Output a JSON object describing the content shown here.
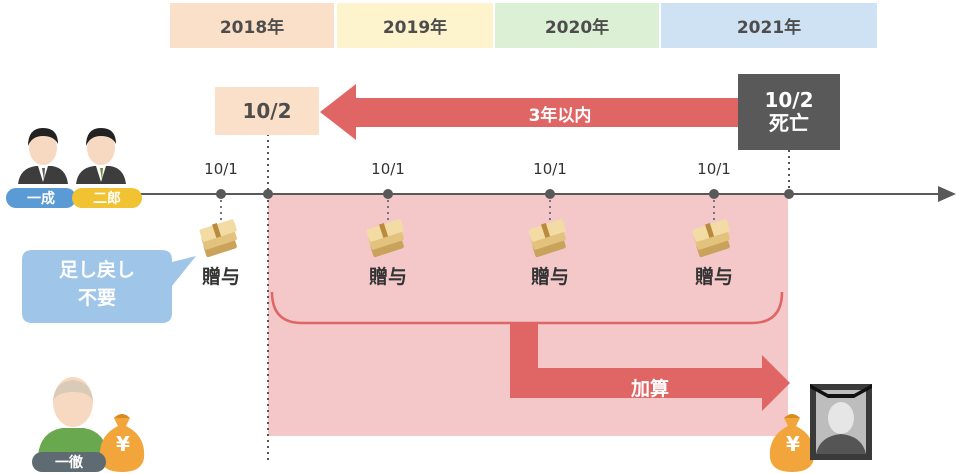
{
  "years": [
    "2018年",
    "2019年",
    "2020年",
    "2021年"
  ],
  "colors": {
    "year_2018": "#fbe0c9",
    "year_2019": "#fdf3cc",
    "year_2020": "#dcf0d6",
    "year_2021": "#cfe2f3",
    "period_fill": "#f4c7c8",
    "arrow_red": "#e06666",
    "death_box": "#595959",
    "speech_blue": "#9fc5e8",
    "tag_blue": "#5b9bd5",
    "tag_yellow": "#f1c232",
    "coin_orange": "#f1a53a"
  },
  "start_box": {
    "date": "10/2"
  },
  "death_box": {
    "date": "10/2",
    "label": "死亡"
  },
  "arrow_label": "3年以内",
  "ticks": [
    "10/1",
    "10/1",
    "10/1",
    "10/1"
  ],
  "gift_label": "贈与",
  "callout": {
    "line1": "足し戻し",
    "line2": "不要"
  },
  "add_arrow_label": "加算",
  "people": {
    "giver": "一成",
    "recipient": "二郎",
    "heir": "一徹"
  },
  "icons": [
    "businessman-icon",
    "cash-bundle-icon",
    "money-bag-icon",
    "memorial-portrait-icon",
    "elderly-man-icon",
    "yen-icon"
  ]
}
